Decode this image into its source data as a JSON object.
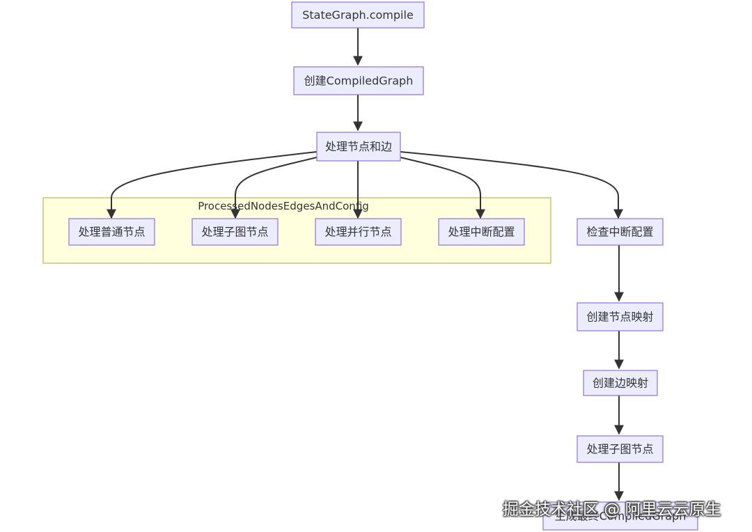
{
  "diagram": {
    "cluster": {
      "label": "ProcessedNodesEdgesAndConfig"
    },
    "nodes": {
      "compile": "StateGraph.compile",
      "create_graph": "创建CompiledGraph",
      "process_nodes_edges": "处理节点和边",
      "process_normal": "处理普通节点",
      "process_subgraph_a": "处理子图节点",
      "process_parallel": "处理并行节点",
      "process_interrupt": "处理中断配置",
      "check_interrupt": "检查中断配置",
      "create_node_map": "创建节点映射",
      "create_edge_map": "创建边映射",
      "process_subgraph_b": "处理子图节点",
      "generate_final": "生成最终CompiledGraph"
    },
    "edges": [
      [
        "compile",
        "create_graph"
      ],
      [
        "create_graph",
        "process_nodes_edges"
      ],
      [
        "process_nodes_edges",
        "process_normal"
      ],
      [
        "process_nodes_edges",
        "process_subgraph_a"
      ],
      [
        "process_nodes_edges",
        "process_parallel"
      ],
      [
        "process_nodes_edges",
        "process_interrupt"
      ],
      [
        "process_nodes_edges",
        "check_interrupt"
      ],
      [
        "check_interrupt",
        "create_node_map"
      ],
      [
        "create_node_map",
        "create_edge_map"
      ],
      [
        "create_edge_map",
        "process_subgraph_b"
      ],
      [
        "process_subgraph_b",
        "generate_final"
      ]
    ]
  },
  "watermark": "掘金技术社区 @ 阿里云云原生",
  "colors": {
    "node_fill": "#ececff",
    "node_stroke": "#9370db",
    "cluster_fill": "#ffffde",
    "cluster_stroke": "#aaaa33",
    "edge": "#333333"
  }
}
